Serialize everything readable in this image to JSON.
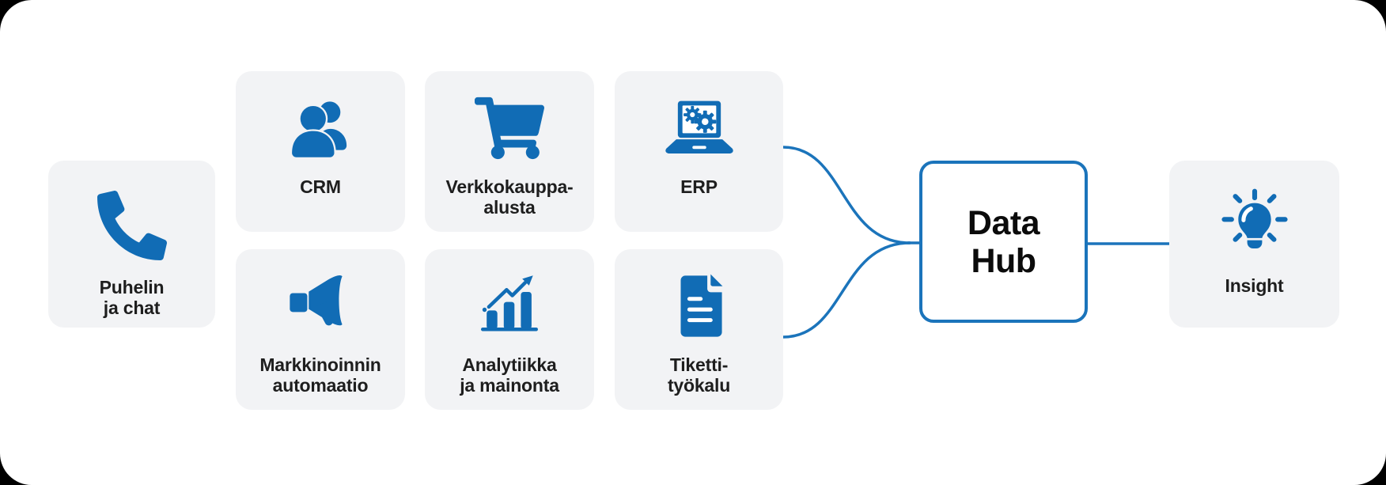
{
  "colors": {
    "accent": "#116CB5",
    "line": "#1B74BB",
    "cardBg": "#F2F3F5",
    "label": "#1E1E1E",
    "hubText": "#0B0B0B",
    "canvasBg": "#FFFFFF",
    "outerBg": "#000000"
  },
  "cards": {
    "phone": {
      "line1": "Puhelin",
      "line2": "ja chat",
      "icon": "phone-icon"
    },
    "crm": {
      "line1": "CRM",
      "line2": "",
      "icon": "users-icon"
    },
    "ecommerce": {
      "line1": "Verkkokauppa-",
      "line2": "alusta",
      "icon": "shopping-cart-icon"
    },
    "erp": {
      "line1": "ERP",
      "line2": "",
      "icon": "laptop-gears-icon"
    },
    "marketing": {
      "line1": "Markkinoinnin",
      "line2": "automaatio",
      "icon": "megaphone-icon"
    },
    "analytics": {
      "line1": "Analytiikka",
      "line2": "ja mainonta",
      "icon": "growth-chart-icon"
    },
    "ticketing": {
      "line1": "Tiketti-",
      "line2": "työkalu",
      "icon": "document-icon"
    },
    "insight": {
      "line1": "Insight",
      "line2": "",
      "icon": "lightbulb-icon"
    }
  },
  "hub": {
    "line1": "Data",
    "line2": "Hub"
  }
}
